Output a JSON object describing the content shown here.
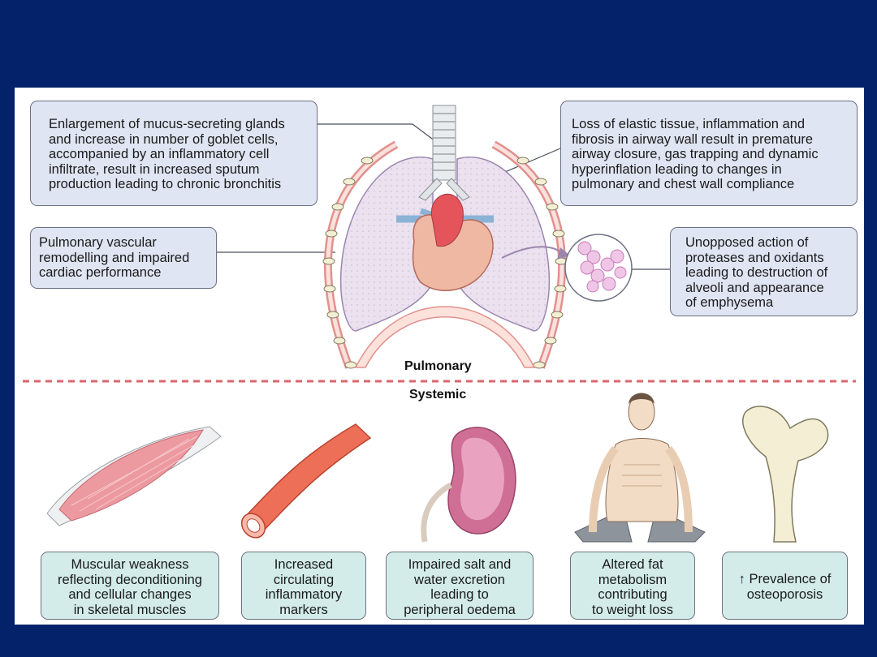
{
  "pulmonary": {
    "title": "Pulmonary",
    "boxes": {
      "mucus": [
        "Enlargement of mucus-secreting glands",
        "and increase in number of goblet cells,",
        "accompanied by an inflammatory cell",
        "infiltrate, result in increased sputum",
        "production leading to chronic bronchitis"
      ],
      "elastic": [
        "Loss of elastic tissue, inflammation and",
        "fibrosis in airway wall result in premature",
        "airway closure, gas trapping and dynamic",
        "hyperinflation leading to changes in",
        "pulmonary and chest wall compliance"
      ],
      "vascular": [
        "Pulmonary vascular",
        "remodelling and impaired",
        "cardiac performance"
      ],
      "emphysema": [
        "Unopposed action of",
        "proteases and oxidants",
        "leading to destruction of",
        "alveoli and appearance",
        "of emphysema"
      ]
    }
  },
  "systemic": {
    "title": "Systemic",
    "boxes": {
      "muscle": [
        "Muscular weakness",
        "reflecting deconditioning",
        "and cellular changes",
        "in skeletal muscles"
      ],
      "inflammation": [
        "Increased",
        "circulating",
        "inflammatory",
        "markers"
      ],
      "kidney": [
        "Impaired salt and",
        "water excretion",
        "leading to",
        "peripheral oedema"
      ],
      "fat": [
        "Altered fat",
        "metabolism",
        "contributing",
        "to weight loss"
      ],
      "bone": [
        "↑ Prevalence of",
        "osteoporosis"
      ]
    }
  },
  "colors": {
    "background": "#03226a",
    "pulmonary_box": "#dfe5f2",
    "systemic_box": "#d3ecea",
    "divider": "#d9676d"
  }
}
